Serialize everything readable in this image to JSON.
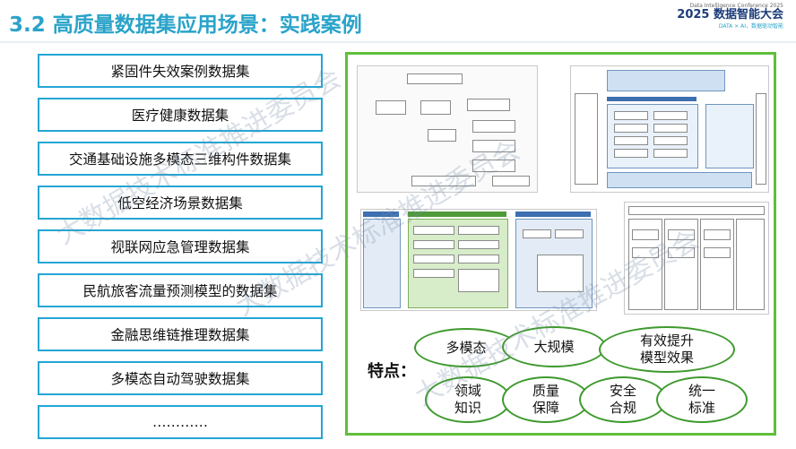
{
  "header": {
    "title": "3.2 高质量数据集应用场景：实践案例",
    "conference_small": "Data Intelligence Conference 2025",
    "conference_title": "2025 数据智能大会",
    "conference_sub": "DATA × AI，数据驱动智能"
  },
  "datasets": [
    "紧固件失效案例数据集",
    "医疗健康数据集",
    "交通基础设施多模态三维构件数据集",
    "低空经济场景数据集",
    "视联网应急管理数据集",
    "民航旅客流量预测模型的数据集",
    "金融思维链推理数据集",
    "多模态自动驾驶数据集",
    "…………"
  ],
  "features": {
    "label": "特点：",
    "items": [
      "多模态",
      "大规模",
      "有效提升\n模型效果",
      "领域\n知识",
      "质量\n保障",
      "安全\n合规",
      "统一\n标准"
    ]
  },
  "watermark": "大数据技术标准推进委员会",
  "colors": {
    "accent": "#2aa3c9",
    "box_border": "#23a6d5",
    "panel_border": "#5fbf3a",
    "oval_border": "#3f9a2e"
  }
}
